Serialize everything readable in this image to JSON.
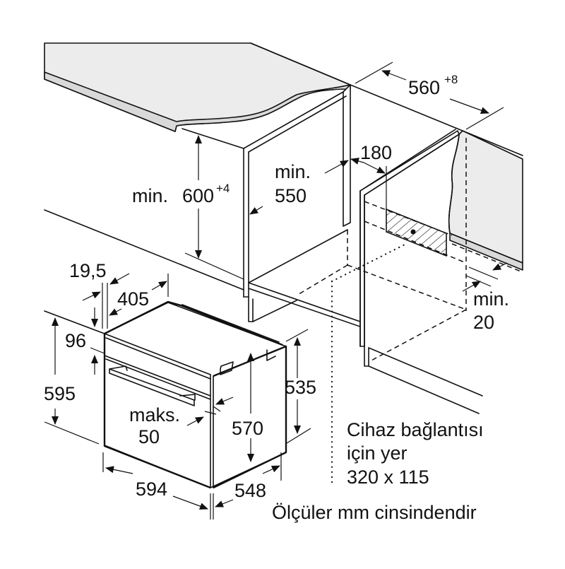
{
  "diagram": {
    "title": "Built-in oven installation dimensions",
    "colors": {
      "line": "#111111",
      "countertop_fill": "#ececec",
      "countertop_edge": "#d9d9d9",
      "background": "#ffffff"
    },
    "cabinet_dimensions": {
      "niche_height": {
        "prefix": "min.",
        "value": "600",
        "tolerance": "+4"
      },
      "niche_depth": {
        "prefix": "min.",
        "value": "550"
      },
      "niche_width": {
        "value": "560",
        "tolerance": "+8"
      },
      "connection_offset": {
        "value": "180"
      },
      "ventilation_gap": {
        "prefix": "min.",
        "value": "20"
      }
    },
    "oven_dimensions": {
      "panel_thickness": "19,5",
      "front_to_panel": "405",
      "control_panel_height": "96",
      "total_height": "595",
      "body_height": "570",
      "side_height": "535",
      "width": "594",
      "depth": "548",
      "handle_projection": {
        "prefix": "maks.",
        "value": "50"
      }
    },
    "connection_note": {
      "line1": "Cihaz bağlantısı",
      "line2": "için yer",
      "line3": "320 x 115"
    },
    "units_note": "Ölçüler mm cinsindendir",
    "icons": [
      "arrow-icon",
      "hatched-connection-area"
    ]
  }
}
